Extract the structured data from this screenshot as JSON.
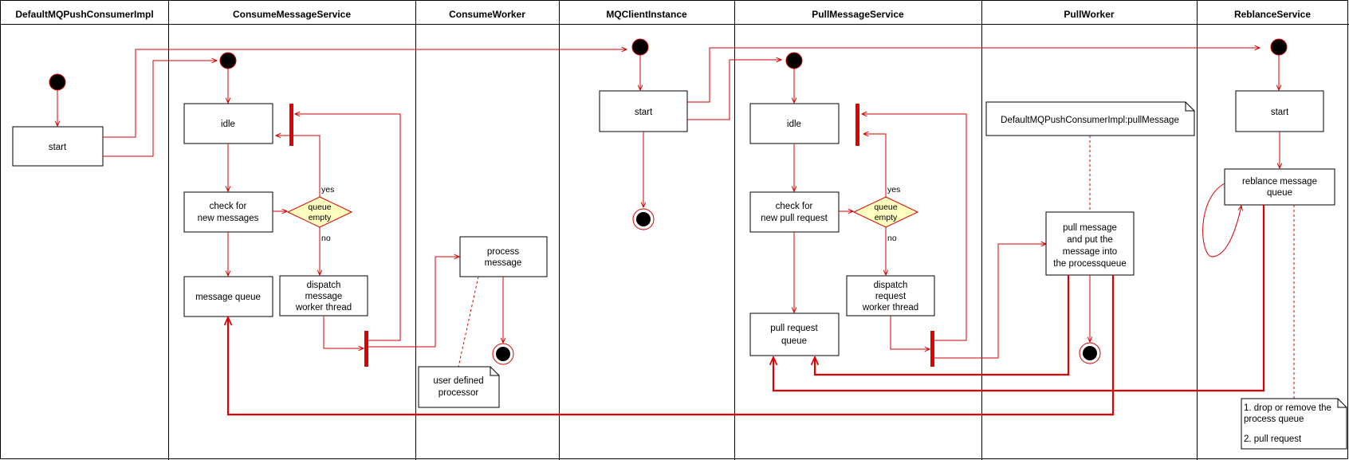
{
  "lanes": [
    "DefaultMQPushConsumerImpl",
    "ConsumeMessageService",
    "ConsumeWorker",
    "MQClientInstance",
    "PullMessageService",
    "PullWorker",
    "ReblanceService"
  ],
  "nodes": {
    "dmq_start": "start",
    "cms_idle": "idle",
    "cms_check": [
      "check for",
      "new messages"
    ],
    "cms_queue": "message queue",
    "cms_dispatch": [
      "dispatch",
      "message",
      "worker thread"
    ],
    "cms_diamond": [
      "queue",
      "empty"
    ],
    "cms_yes": "yes",
    "cms_no": "no",
    "cw_process": [
      "process",
      "message"
    ],
    "cw_note": [
      "user defined",
      "processor"
    ],
    "mq_start": "start",
    "pms_idle": "idle",
    "pms_check": [
      "check for",
      "new pull request"
    ],
    "pms_diamond": [
      "queue",
      "empty"
    ],
    "pms_yes": "yes",
    "pms_no": "no",
    "pms_dispatch": [
      "dispatch",
      "request",
      "worker thread"
    ],
    "pms_queue": [
      "pull request",
      "queue"
    ],
    "pw_note": "DefaultMQPushConsumerImpl:pullMessage",
    "pw_pull": [
      "pull message",
      "and put the",
      "message into",
      "the processqueue"
    ],
    "rs_start": "start",
    "rs_rebalance": [
      "reblance message",
      "queue"
    ],
    "rs_note": [
      "1. drop or remove the",
      "process queue",
      "2. pull request"
    ]
  },
  "colors": {
    "flow": "#d40000",
    "decision_fill": "#ffffc0",
    "decision_stroke": "#d40000",
    "node_stroke": "#000000",
    "lane_border": "#000000"
  }
}
